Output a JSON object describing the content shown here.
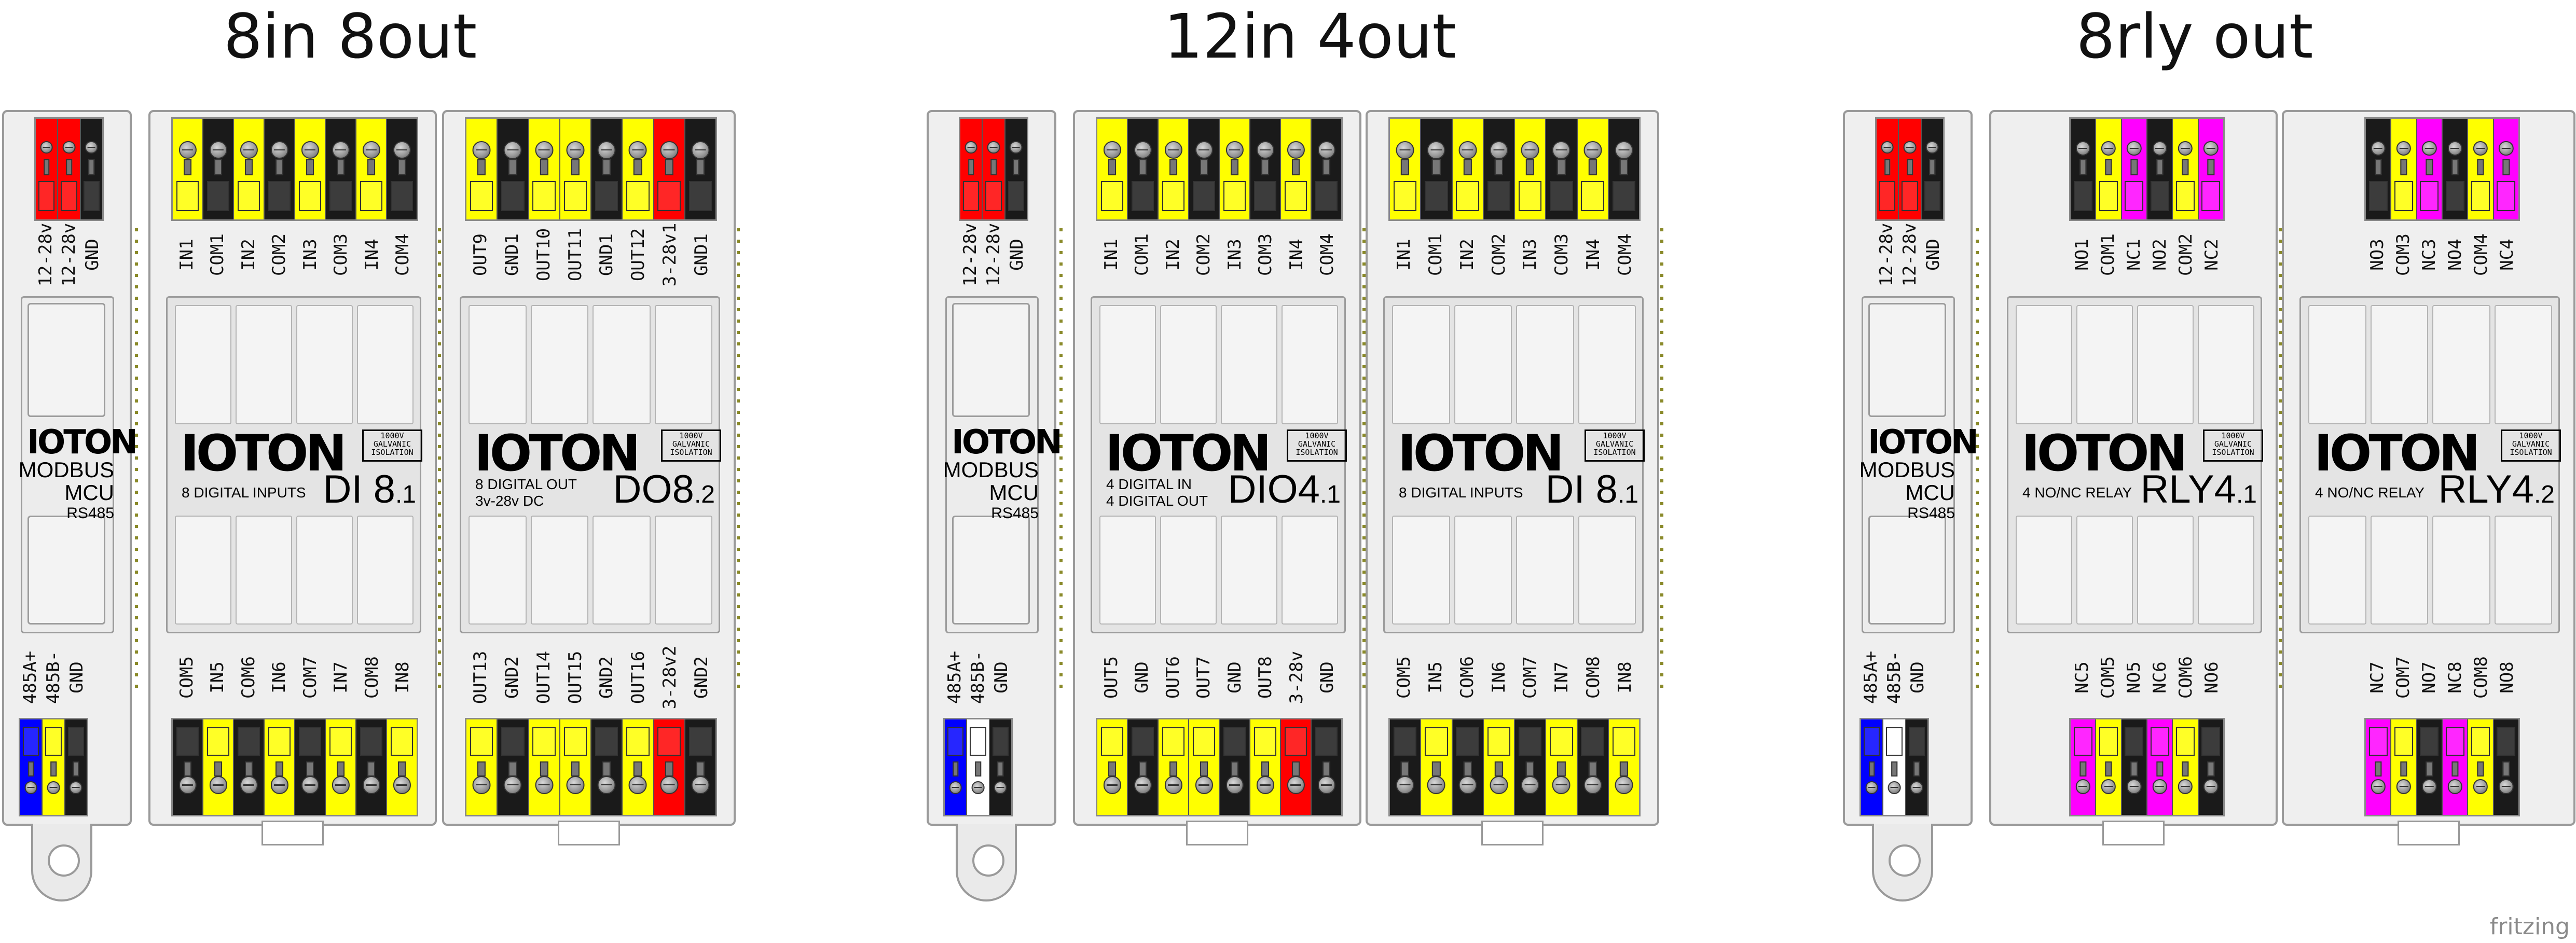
{
  "colors": {
    "red": "#ff0000",
    "black": "#1a1a1a",
    "yellow": "#ffff00",
    "blue": "#0000ff",
    "magenta": "#ff00ff",
    "white": "#ffffff"
  },
  "groups": [
    {
      "title": "8in 8out",
      "cx": 0,
      "modules": [
        {
          "kind": "mcu",
          "top_labels": [
            "12-28v",
            "12-28v",
            "GND"
          ],
          "top_colors": [
            "red",
            "red",
            "black"
          ],
          "bottom_labels": [
            "485A+",
            "485B-",
            "GND"
          ],
          "bottom_colors": [
            "blue",
            "yellow",
            "black"
          ],
          "brand": "IOTON",
          "line1": "MODBUS",
          "line2": "MCU",
          "line3": "RS485"
        },
        {
          "kind": "io",
          "top_labels": [
            "IN1",
            "COM1",
            "IN2",
            "COM2",
            "IN3",
            "COM3",
            "IN4",
            "COM4"
          ],
          "top_colors": [
            "yellow",
            "black",
            "yellow",
            "black",
            "yellow",
            "black",
            "yellow",
            "black"
          ],
          "bottom_labels": [
            "COM5",
            "IN5",
            "COM6",
            "IN6",
            "COM7",
            "IN7",
            "COM8",
            "IN8"
          ],
          "bottom_colors": [
            "black",
            "yellow",
            "black",
            "yellow",
            "black",
            "yellow",
            "black",
            "yellow"
          ],
          "brand": "IOTON",
          "desc": [
            "8 DIGITAL INPUTS"
          ],
          "model": "DI 8",
          "model_sub": "1",
          "iso": [
            "1000V",
            "GALVANIC",
            "ISOLATION"
          ]
        },
        {
          "kind": "io",
          "top_labels": [
            "OUT9",
            "GND1",
            "OUT10",
            "OUT11",
            "GND1",
            "OUT12",
            "3-28v1",
            "GND1"
          ],
          "top_colors": [
            "yellow",
            "black",
            "yellow",
            "yellow",
            "black",
            "yellow",
            "red",
            "black"
          ],
          "bottom_labels": [
            "OUT13",
            "GND2",
            "OUT14",
            "OUT15",
            "GND2",
            "OUT16",
            "3-28v2",
            "GND2"
          ],
          "bottom_colors": [
            "yellow",
            "black",
            "yellow",
            "yellow",
            "black",
            "yellow",
            "red",
            "black"
          ],
          "brand": "IOTON",
          "desc": [
            "8 DIGITAL OUT",
            "3v-28v DC"
          ],
          "model": "DO8",
          "model_sub": "2",
          "iso": [
            "1000V",
            "GALVANIC",
            "ISOLATION"
          ]
        }
      ]
    },
    {
      "title": "12in 4out",
      "cx": 0,
      "modules": [
        {
          "kind": "mcu",
          "top_labels": [
            "12-28v",
            "12-28v",
            "GND"
          ],
          "top_colors": [
            "red",
            "red",
            "black"
          ],
          "bottom_labels": [
            "485A+",
            "485B-",
            "GND"
          ],
          "bottom_colors": [
            "blue",
            "white",
            "black"
          ],
          "brand": "IOTON",
          "line1": "MODBUS",
          "line2": "MCU",
          "line3": "RS485"
        },
        {
          "kind": "io",
          "top_labels": [
            "IN1",
            "COM1",
            "IN2",
            "COM2",
            "IN3",
            "COM3",
            "IN4",
            "COM4"
          ],
          "top_colors": [
            "yellow",
            "black",
            "yellow",
            "black",
            "yellow",
            "black",
            "yellow",
            "black"
          ],
          "bottom_labels": [
            "OUT5",
            "GND",
            "OUT6",
            "OUT7",
            "GND",
            "OUT8",
            "3-28v",
            "GND"
          ],
          "bottom_colors": [
            "yellow",
            "black",
            "yellow",
            "yellow",
            "black",
            "yellow",
            "red",
            "black"
          ],
          "brand": "IOTON",
          "desc": [
            "4 DIGITAL IN",
            "4 DIGITAL OUT"
          ],
          "model": "DIO4",
          "model_sub": "1",
          "iso": [
            "1000V",
            "GALVANIC",
            "ISOLATION"
          ]
        },
        {
          "kind": "io",
          "top_labels": [
            "IN1",
            "COM1",
            "IN2",
            "COM2",
            "IN3",
            "COM3",
            "IN4",
            "COM4"
          ],
          "top_colors": [
            "yellow",
            "black",
            "yellow",
            "black",
            "yellow",
            "black",
            "yellow",
            "black"
          ],
          "bottom_labels": [
            "COM5",
            "IN5",
            "COM6",
            "IN6",
            "COM7",
            "IN7",
            "COM8",
            "IN8"
          ],
          "bottom_colors": [
            "black",
            "yellow",
            "black",
            "yellow",
            "black",
            "yellow",
            "black",
            "yellow"
          ],
          "brand": "IOTON",
          "desc": [
            "8 DIGITAL INPUTS"
          ],
          "model": "DI 8",
          "model_sub": "1",
          "iso": [
            "1000V",
            "GALVANIC",
            "ISOLATION"
          ]
        }
      ]
    },
    {
      "title": "8rly out",
      "cx": 0,
      "modules": [
        {
          "kind": "mcu",
          "top_labels": [
            "12-28v",
            "12-28v",
            "GND"
          ],
          "top_colors": [
            "red",
            "red",
            "black"
          ],
          "bottom_labels": [
            "485A+",
            "485B-",
            "GND"
          ],
          "bottom_colors": [
            "blue",
            "white",
            "black"
          ],
          "brand": "IOTON",
          "line1": "MODBUS",
          "line2": "MCU",
          "line3": "RS485"
        },
        {
          "kind": "relay",
          "top_labels": [
            "NO1",
            "COM1",
            "NC1",
            "NO2",
            "COM2",
            "NC2"
          ],
          "top_colors": [
            "black",
            "yellow",
            "magenta",
            "black",
            "yellow",
            "magenta"
          ],
          "bottom_labels": [
            "NC5",
            "COM5",
            "NO5",
            "NC6",
            "COM6",
            "NO6"
          ],
          "bottom_colors": [
            "magenta",
            "yellow",
            "black",
            "magenta",
            "yellow",
            "black"
          ],
          "brand": "IOTON",
          "desc": [
            "4 NO/NC RELAY"
          ],
          "model": "RLY4",
          "model_sub": "1",
          "iso": [
            "1000V",
            "GALVANIC",
            "ISOLATION"
          ]
        },
        {
          "kind": "relay",
          "top_labels": [
            "NO3",
            "COM3",
            "NC3",
            "NO4",
            "COM4",
            "NC4"
          ],
          "top_colors": [
            "black",
            "yellow",
            "magenta",
            "black",
            "yellow",
            "magenta"
          ],
          "bottom_labels": [
            "NC7",
            "COM7",
            "NO7",
            "NC8",
            "COM8",
            "NO8"
          ],
          "bottom_colors": [
            "magenta",
            "yellow",
            "black",
            "magenta",
            "yellow",
            "black"
          ],
          "brand": "IOTON",
          "desc": [
            "4 NO/NC RELAY"
          ],
          "model": "RLY4",
          "model_sub": "2",
          "iso": [
            "1000V",
            "GALVANIC",
            "ISOLATION"
          ]
        }
      ]
    }
  ],
  "credit": "fritzing"
}
